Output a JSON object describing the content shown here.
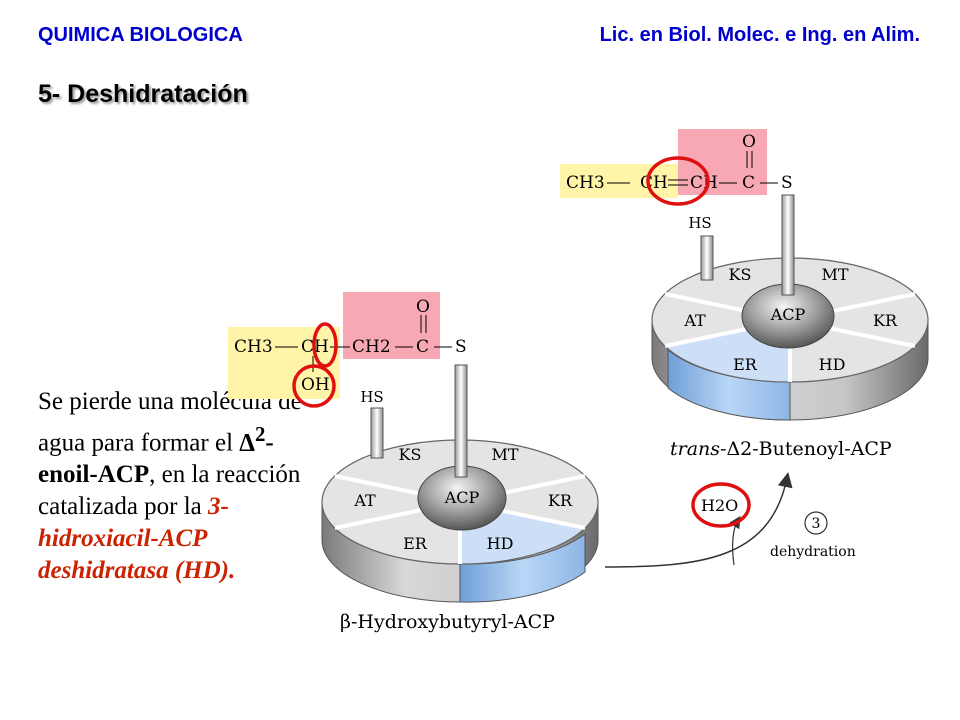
{
  "header": {
    "course": "QUIMICA BIOLOGICA",
    "program": "Lic. en Biol. Molec. e Ing. en Alim."
  },
  "section_title": "5- Deshidratación",
  "description": {
    "p1": "Se pierde una molécula de agua para formar el ",
    "delta": "Δ",
    "sup": "2",
    "p2": "-enoil-ACP",
    "p3": ", en la reacción catalizada por la ",
    "enzyme": "3-hidroxiacil-ACP deshidratasa (HD)."
  },
  "complex": {
    "segments": [
      "KS",
      "MT",
      "KR",
      "HD",
      "ER",
      "AT"
    ],
    "center": "ACP",
    "thiol": "HS",
    "s_atom": "S",
    "o_atom": "O"
  },
  "substrate": {
    "ch3": "CH3",
    "ch": "CH",
    "ch2": "CH2",
    "c": "C",
    "oh": "OH",
    "label": "β-Hydroxybutyryl-ACP"
  },
  "product": {
    "ch3": "CH3",
    "ch_a": "CH",
    "ch_b": "CH",
    "c": "C",
    "label_prefix": "trans-",
    "label_rest": "Δ2-Butenoyl-ACP"
  },
  "reaction": {
    "step": "3",
    "name": "dehydration",
    "water": "H2O"
  },
  "colors": {
    "header_blue": "#0000cc",
    "highlight_yellow": "#fff4a8",
    "highlight_pink": "#f7a8b4",
    "active_blue": "#a9cbf3",
    "circle_red": "#e01010"
  }
}
